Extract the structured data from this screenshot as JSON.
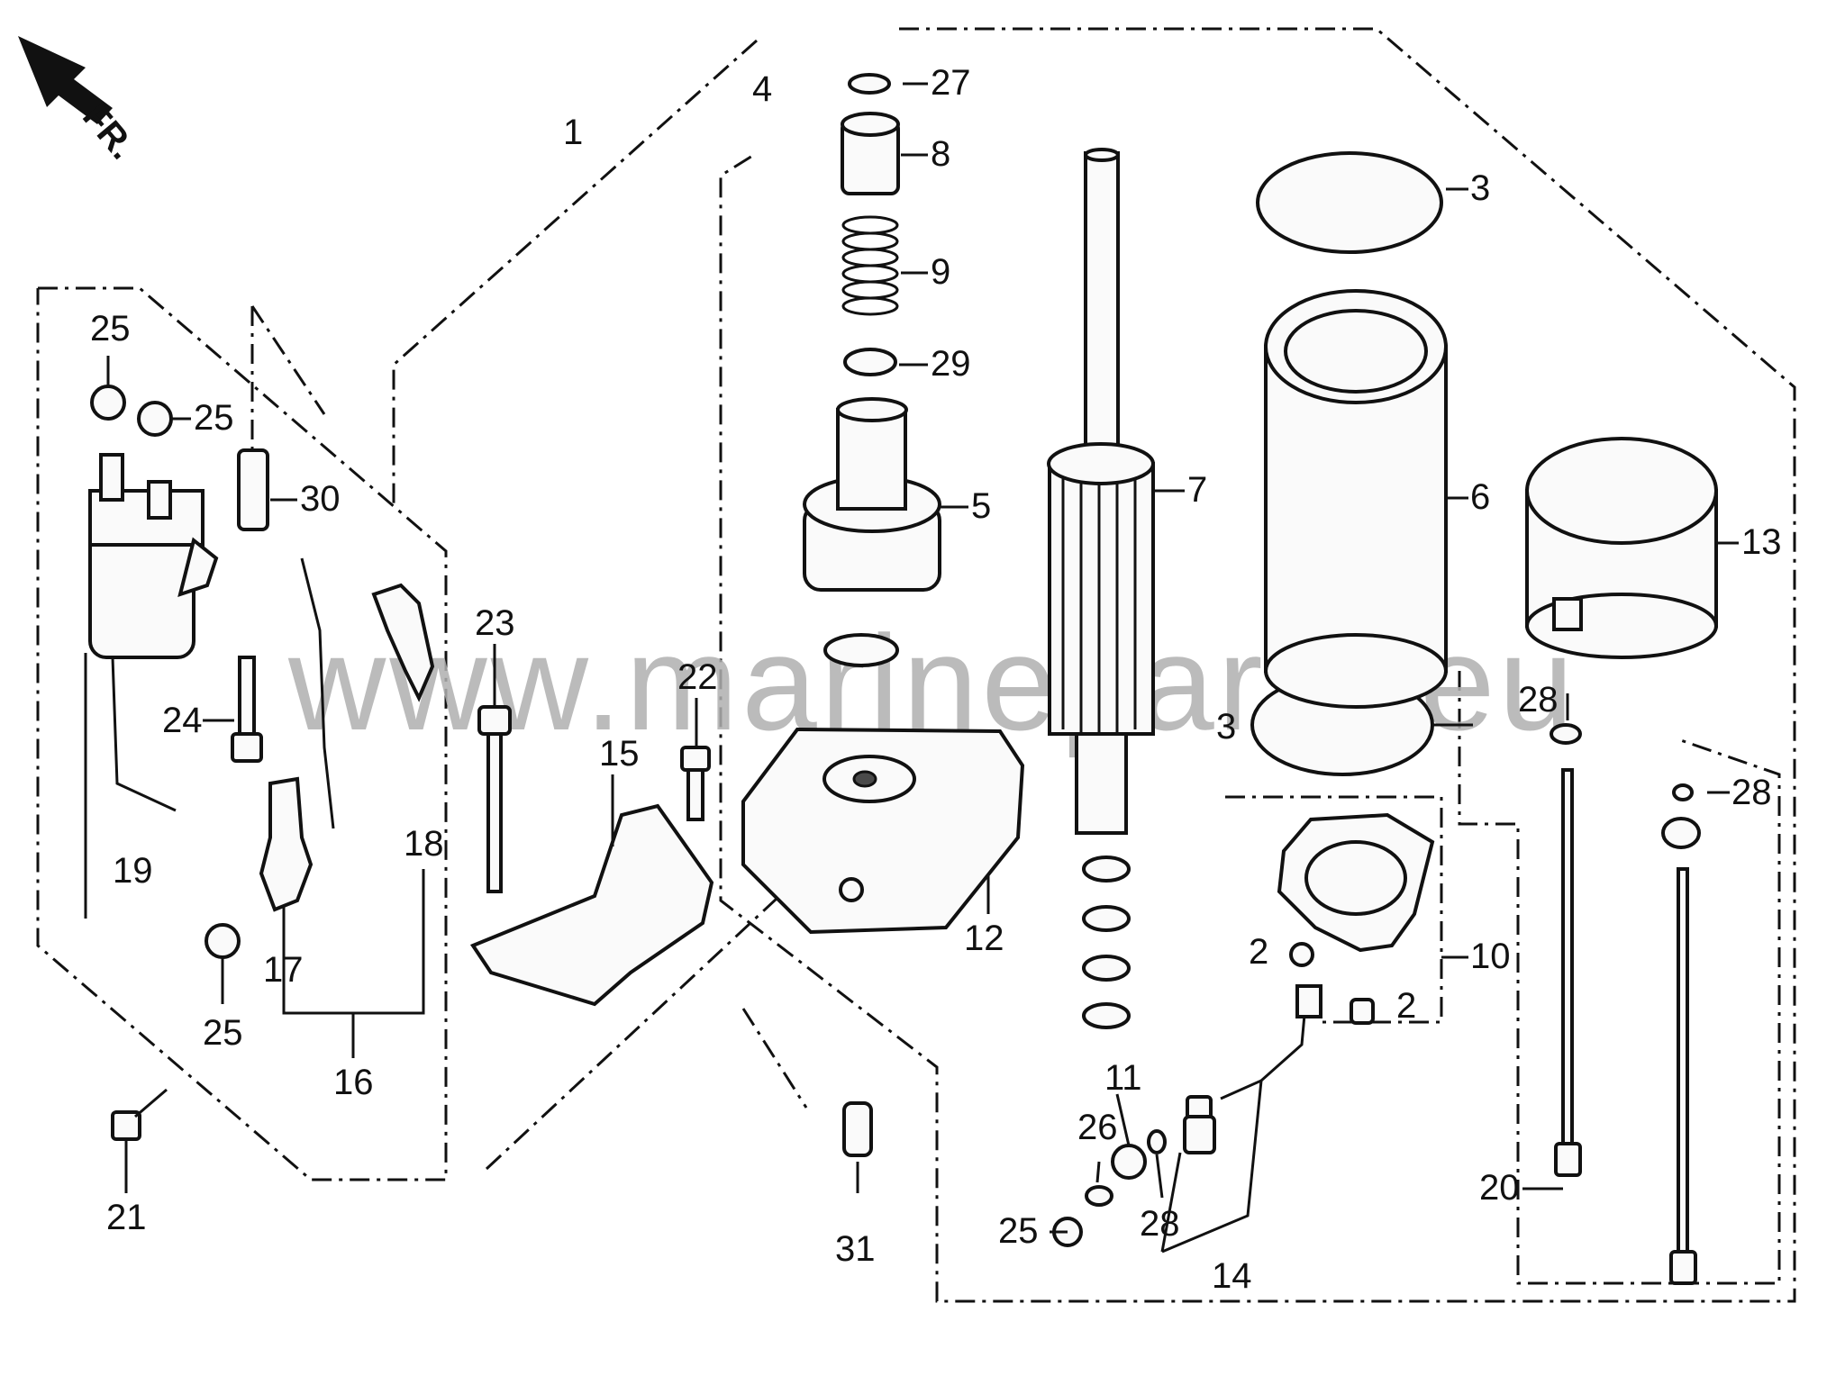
{
  "direction_label": "FR.",
  "watermark": "www.marineparts.eu",
  "callouts": [
    {
      "id": "c1",
      "label": "1"
    },
    {
      "id": "c2a",
      "label": "2"
    },
    {
      "id": "c2b",
      "label": "2"
    },
    {
      "id": "c3a",
      "label": "3"
    },
    {
      "id": "c3b",
      "label": "3"
    },
    {
      "id": "c4",
      "label": "4"
    },
    {
      "id": "c5",
      "label": "5"
    },
    {
      "id": "c6",
      "label": "6"
    },
    {
      "id": "c7",
      "label": "7"
    },
    {
      "id": "c8",
      "label": "8"
    },
    {
      "id": "c9",
      "label": "9"
    },
    {
      "id": "c10",
      "label": "10"
    },
    {
      "id": "c11",
      "label": "11"
    },
    {
      "id": "c12",
      "label": "12"
    },
    {
      "id": "c13",
      "label": "13"
    },
    {
      "id": "c14",
      "label": "14"
    },
    {
      "id": "c15",
      "label": "15"
    },
    {
      "id": "c16",
      "label": "16"
    },
    {
      "id": "c17",
      "label": "17"
    },
    {
      "id": "c18",
      "label": "18"
    },
    {
      "id": "c19",
      "label": "19"
    },
    {
      "id": "c20",
      "label": "20"
    },
    {
      "id": "c21",
      "label": "21"
    },
    {
      "id": "c22",
      "label": "22"
    },
    {
      "id": "c23",
      "label": "23"
    },
    {
      "id": "c24",
      "label": "24"
    },
    {
      "id": "c25a",
      "label": "25"
    },
    {
      "id": "c25b",
      "label": "25"
    },
    {
      "id": "c25c",
      "label": "25"
    },
    {
      "id": "c25d",
      "label": "25"
    },
    {
      "id": "c26",
      "label": "26"
    },
    {
      "id": "c27",
      "label": "27"
    },
    {
      "id": "c28a",
      "label": "28"
    },
    {
      "id": "c28b",
      "label": "28"
    },
    {
      "id": "c28c",
      "label": "28"
    },
    {
      "id": "c29",
      "label": "29"
    },
    {
      "id": "c30",
      "label": "30"
    },
    {
      "id": "c31",
      "label": "31"
    }
  ]
}
